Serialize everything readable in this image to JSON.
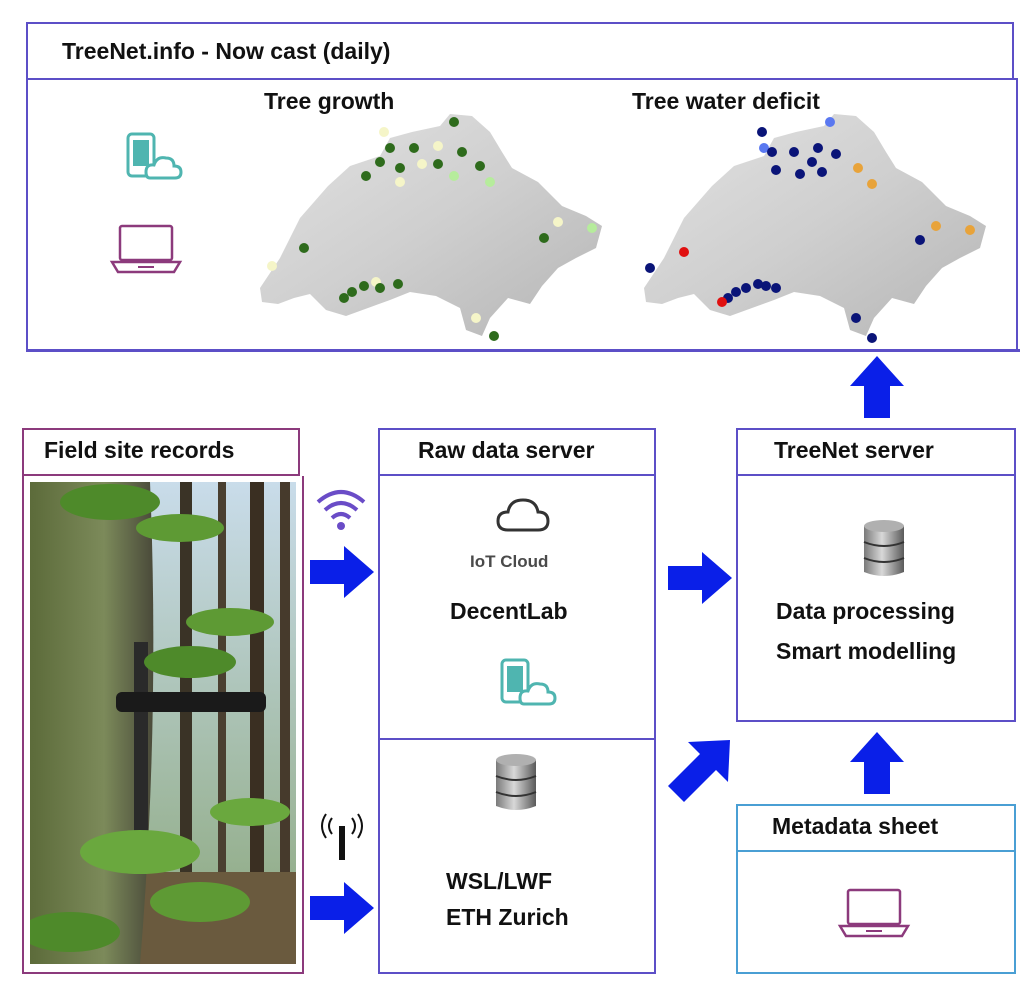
{
  "nowcast": {
    "title": "TreeNet.info - Now cast  (daily)",
    "maps": {
      "growth_title": "Tree growth",
      "deficit_title": "Tree water deficit"
    }
  },
  "field": {
    "title": "Field site records"
  },
  "raw_server": {
    "title": "Raw data server",
    "iot_label": "IoT Cloud",
    "provider": "DecentLab",
    "institutions": [
      "WSL/LWF",
      "ETH Zurich"
    ]
  },
  "treenet_server": {
    "title": "TreeNet server",
    "tasks": [
      "Data processing",
      "Smart modelling"
    ]
  },
  "metadata": {
    "title": "Metadata sheet"
  },
  "colors": {
    "panel_border": "#5c4fc7",
    "field_border": "#8c3a7c",
    "meta_border": "#4a9fd4",
    "arrow_blue": "#0a1fe8",
    "growth_dark": "#2e6b1c",
    "growth_light": "#b6ec9c",
    "growth_pale": "#f5f5c8",
    "deficit_navy": "#0a1478",
    "deficit_orange": "#e8a33a",
    "deficit_red": "#e01010",
    "deficit_light_blue": "#5a78f0"
  },
  "icons": [
    "tablet-cloud-icon",
    "laptop-icon",
    "cloud-icon",
    "database-icon",
    "wifi-icon",
    "antenna-icon",
    "arrow-icon"
  ]
}
